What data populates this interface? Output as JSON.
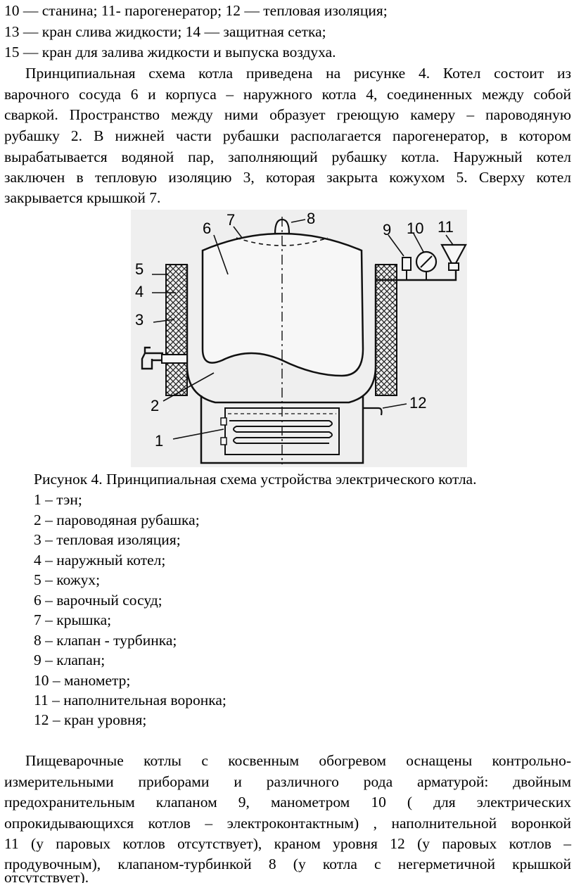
{
  "top_lines": [
    "10 — станина; 11-  парогенератор; 12 — тепловая изоляция;",
    "13 — кран слива жидкости; 14 — защитная сетка;",
    "15 — кран для залива жидкости и выпуска воздуха."
  ],
  "paragraph1": [
    "Принципиальная схема котла приведена на рисунке 4. Котел состоит из",
    "варочного сосуда 6 и корпуса – наружного котла 4, соединенных между собой",
    "сваркой. Пространство между ними образует греющую камеру – пароводяную",
    "рубашку 2. В нижней части рубашки располагается парогенератор, в котором",
    "вырабатывается водяной пар, заполняющий рубашку котла. Наружный котел",
    "заключен в тепловую изоляцию 3, которая закрыта кожухом 5. Сверху котел",
    "закрывается крышкой 7."
  ],
  "figure": {
    "labels": [
      "1",
      "2",
      "3",
      "4",
      "5",
      "6",
      "7",
      "8",
      "9",
      "10",
      "11",
      "12"
    ]
  },
  "caption": "Рисунок 4. Принципиальная  схема устройства электрического котла.",
  "legend": [
    "1 – тэн;",
    "2 – пароводяная рубашка;",
    "3 – тепловая изоляция;",
    "4 – наружный котел;",
    "5 – кожух;",
    "6 – варочный сосуд;",
    "7 – крышка;",
    "8 – клапан - турбинка;",
    "9 – клапан;",
    "10 – манометр;",
    "11 – наполнительная воронка;",
    "12 – кран уровня;"
  ],
  "paragraph2": [
    "Пищеварочные котлы с косвенным обогревом оснащены контрольно-",
    "измерительными приборами и различного рода арматурой: двойным",
    "предохранительным клапаном 9, манометром 10 ( для электрических",
    "опрокидывающихся котлов – электроконтактным) , наполнительной воронкой",
    "11 (у паровых котлов отсутствует), краном уровня 12 (у паровых котлов –",
    "продувочным), клапаном-турбинкой 8 (у котла с негерметичной крышкой",
    "отсутствует)."
  ]
}
